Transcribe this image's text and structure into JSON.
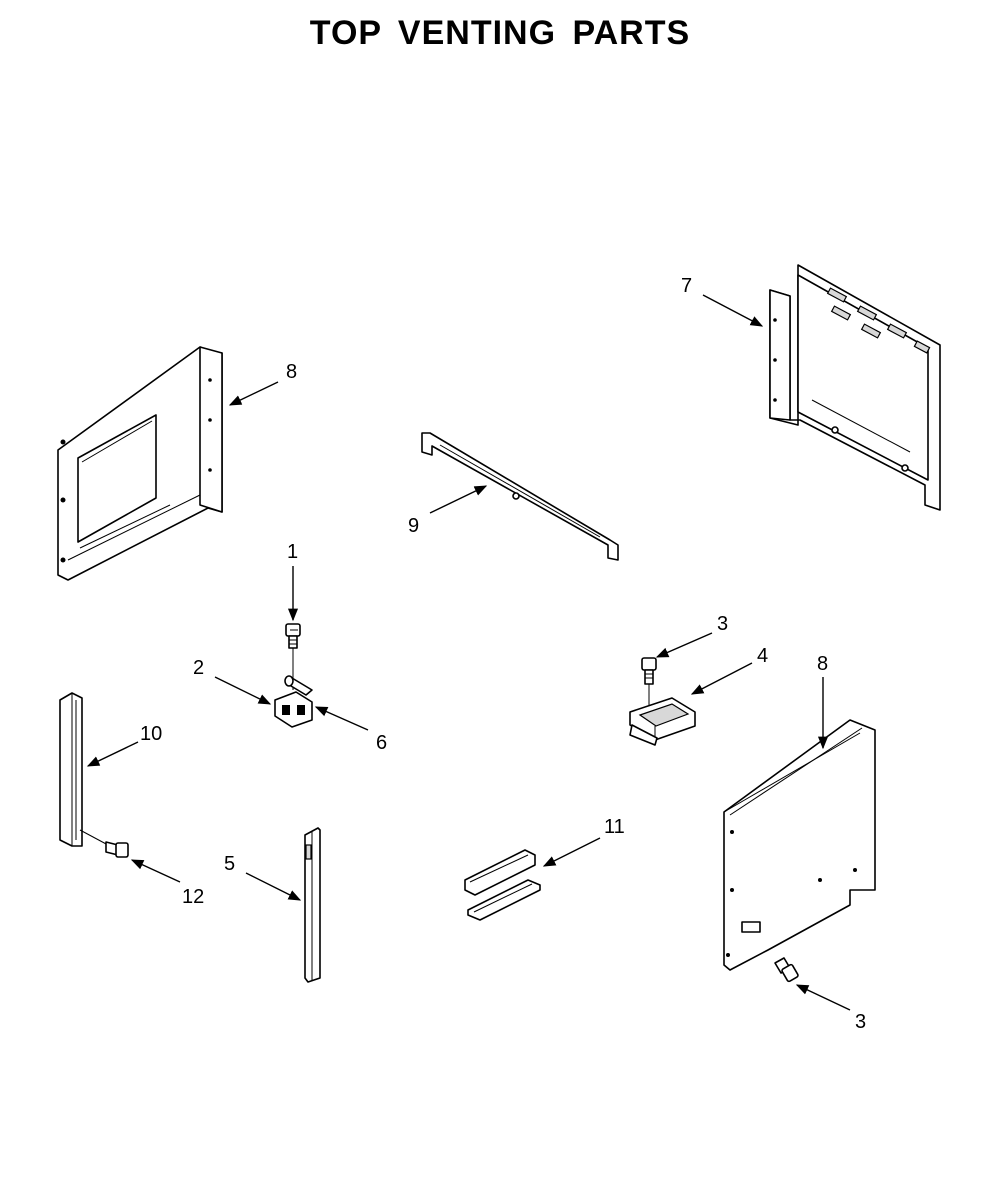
{
  "title": "TOP VENTING PARTS",
  "callouts": [
    {
      "id": "c8a",
      "label": "8"
    },
    {
      "id": "c7",
      "label": "7"
    },
    {
      "id": "c9",
      "label": "9"
    },
    {
      "id": "c1",
      "label": "1"
    },
    {
      "id": "c2",
      "label": "2"
    },
    {
      "id": "c6",
      "label": "6"
    },
    {
      "id": "c3a",
      "label": "3"
    },
    {
      "id": "c4",
      "label": "4"
    },
    {
      "id": "c8b",
      "label": "8"
    },
    {
      "id": "c10",
      "label": "10"
    },
    {
      "id": "c12",
      "label": "12"
    },
    {
      "id": "c5",
      "label": "5"
    },
    {
      "id": "c11",
      "label": "11"
    },
    {
      "id": "c3b",
      "label": "3"
    }
  ]
}
